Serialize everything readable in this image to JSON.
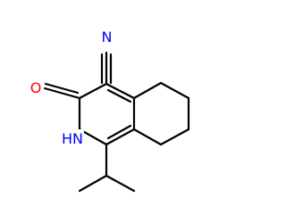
{
  "molecule": {
    "atoms": {
      "nitrile_n": {
        "symbol": "N",
        "color": "#0000ff"
      },
      "carbonyl_o": {
        "symbol": "O",
        "color": "#ff0000"
      },
      "ring_nh": {
        "symbol": "HN",
        "color": "#0000ff"
      }
    },
    "bond_color": "#000000"
  }
}
